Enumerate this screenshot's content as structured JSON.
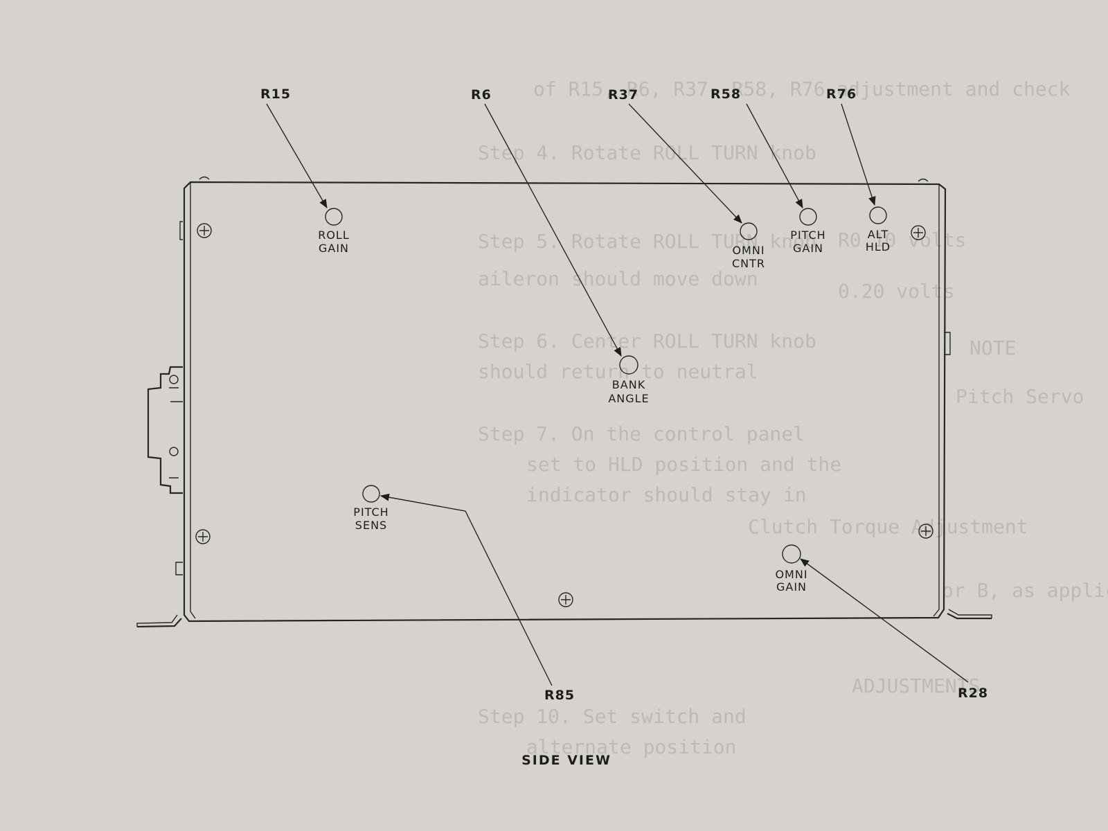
{
  "caption": "SIDE VIEW",
  "adjustments": [
    {
      "ref": "R15",
      "line1": "ROLL",
      "line2": "GAIN"
    },
    {
      "ref": "R6",
      "line1": "BANK",
      "line2": "ANGLE"
    },
    {
      "ref": "R37",
      "line1": "OMNI",
      "line2": "CNTR"
    },
    {
      "ref": "R58",
      "line1": "PITCH",
      "line2": "GAIN"
    },
    {
      "ref": "R76",
      "line1": "ALT",
      "line2": "HLD"
    },
    {
      "ref": "R85",
      "line1": "PITCH",
      "line2": "SENS"
    },
    {
      "ref": "R28",
      "line1": "OMNI",
      "line2": "GAIN"
    }
  ],
  "bleed_through": [
    "of R15, R6, R37, R58, R76 adjustment and check",
    "Step 4. Rotate ROLL TURN knob",
    "Step 5. Rotate ROLL TURN knob",
    "aileron should move down",
    "Step 6. Center ROLL TURN knob",
    "should return to neutral",
    "Step 7. On the control panel",
    "set to HLD position and the",
    "indicator should stay in",
    "R0.10 volts",
    "0.20 volts",
    "NOTE",
    "Pitch Servo",
    "Clutch Torque Adjustment",
    "or B, as applicable",
    "ADJUSTMENTS",
    "Step 10. Set switch and",
    "alternate position"
  ]
}
